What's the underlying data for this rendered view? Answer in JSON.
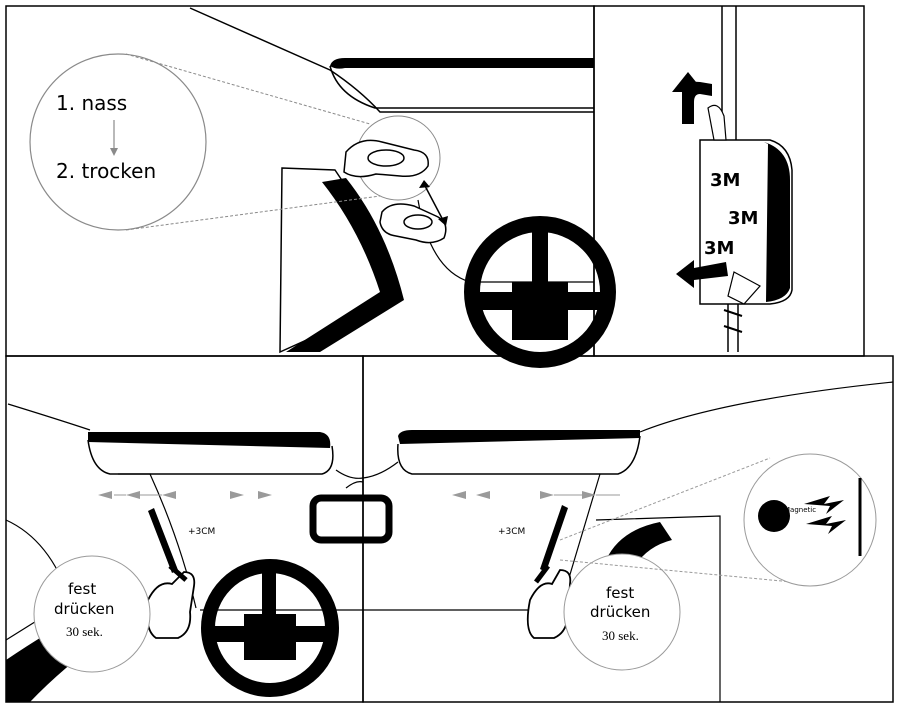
{
  "panel1": {
    "step1": "1. nass",
    "step2": "2. trocken"
  },
  "panel2": {
    "label_a": "3M",
    "label_b": "3M",
    "label_c": "3M"
  },
  "panel3": {
    "measurement": "+3CM",
    "callout_line1": "fest",
    "callout_line2": "drücken",
    "callout_line3": "30 sek."
  },
  "panel4": {
    "measurement": "+3CM",
    "callout_line1": "fest",
    "callout_line2": "drücken",
    "callout_line3": "30 sek.",
    "magnet_label": "Magnetic"
  },
  "colors": {
    "ink": "#000000",
    "grey_line": "#8a8a8a",
    "light_arrow": "#9a9a9a",
    "background": "#ffffff"
  }
}
